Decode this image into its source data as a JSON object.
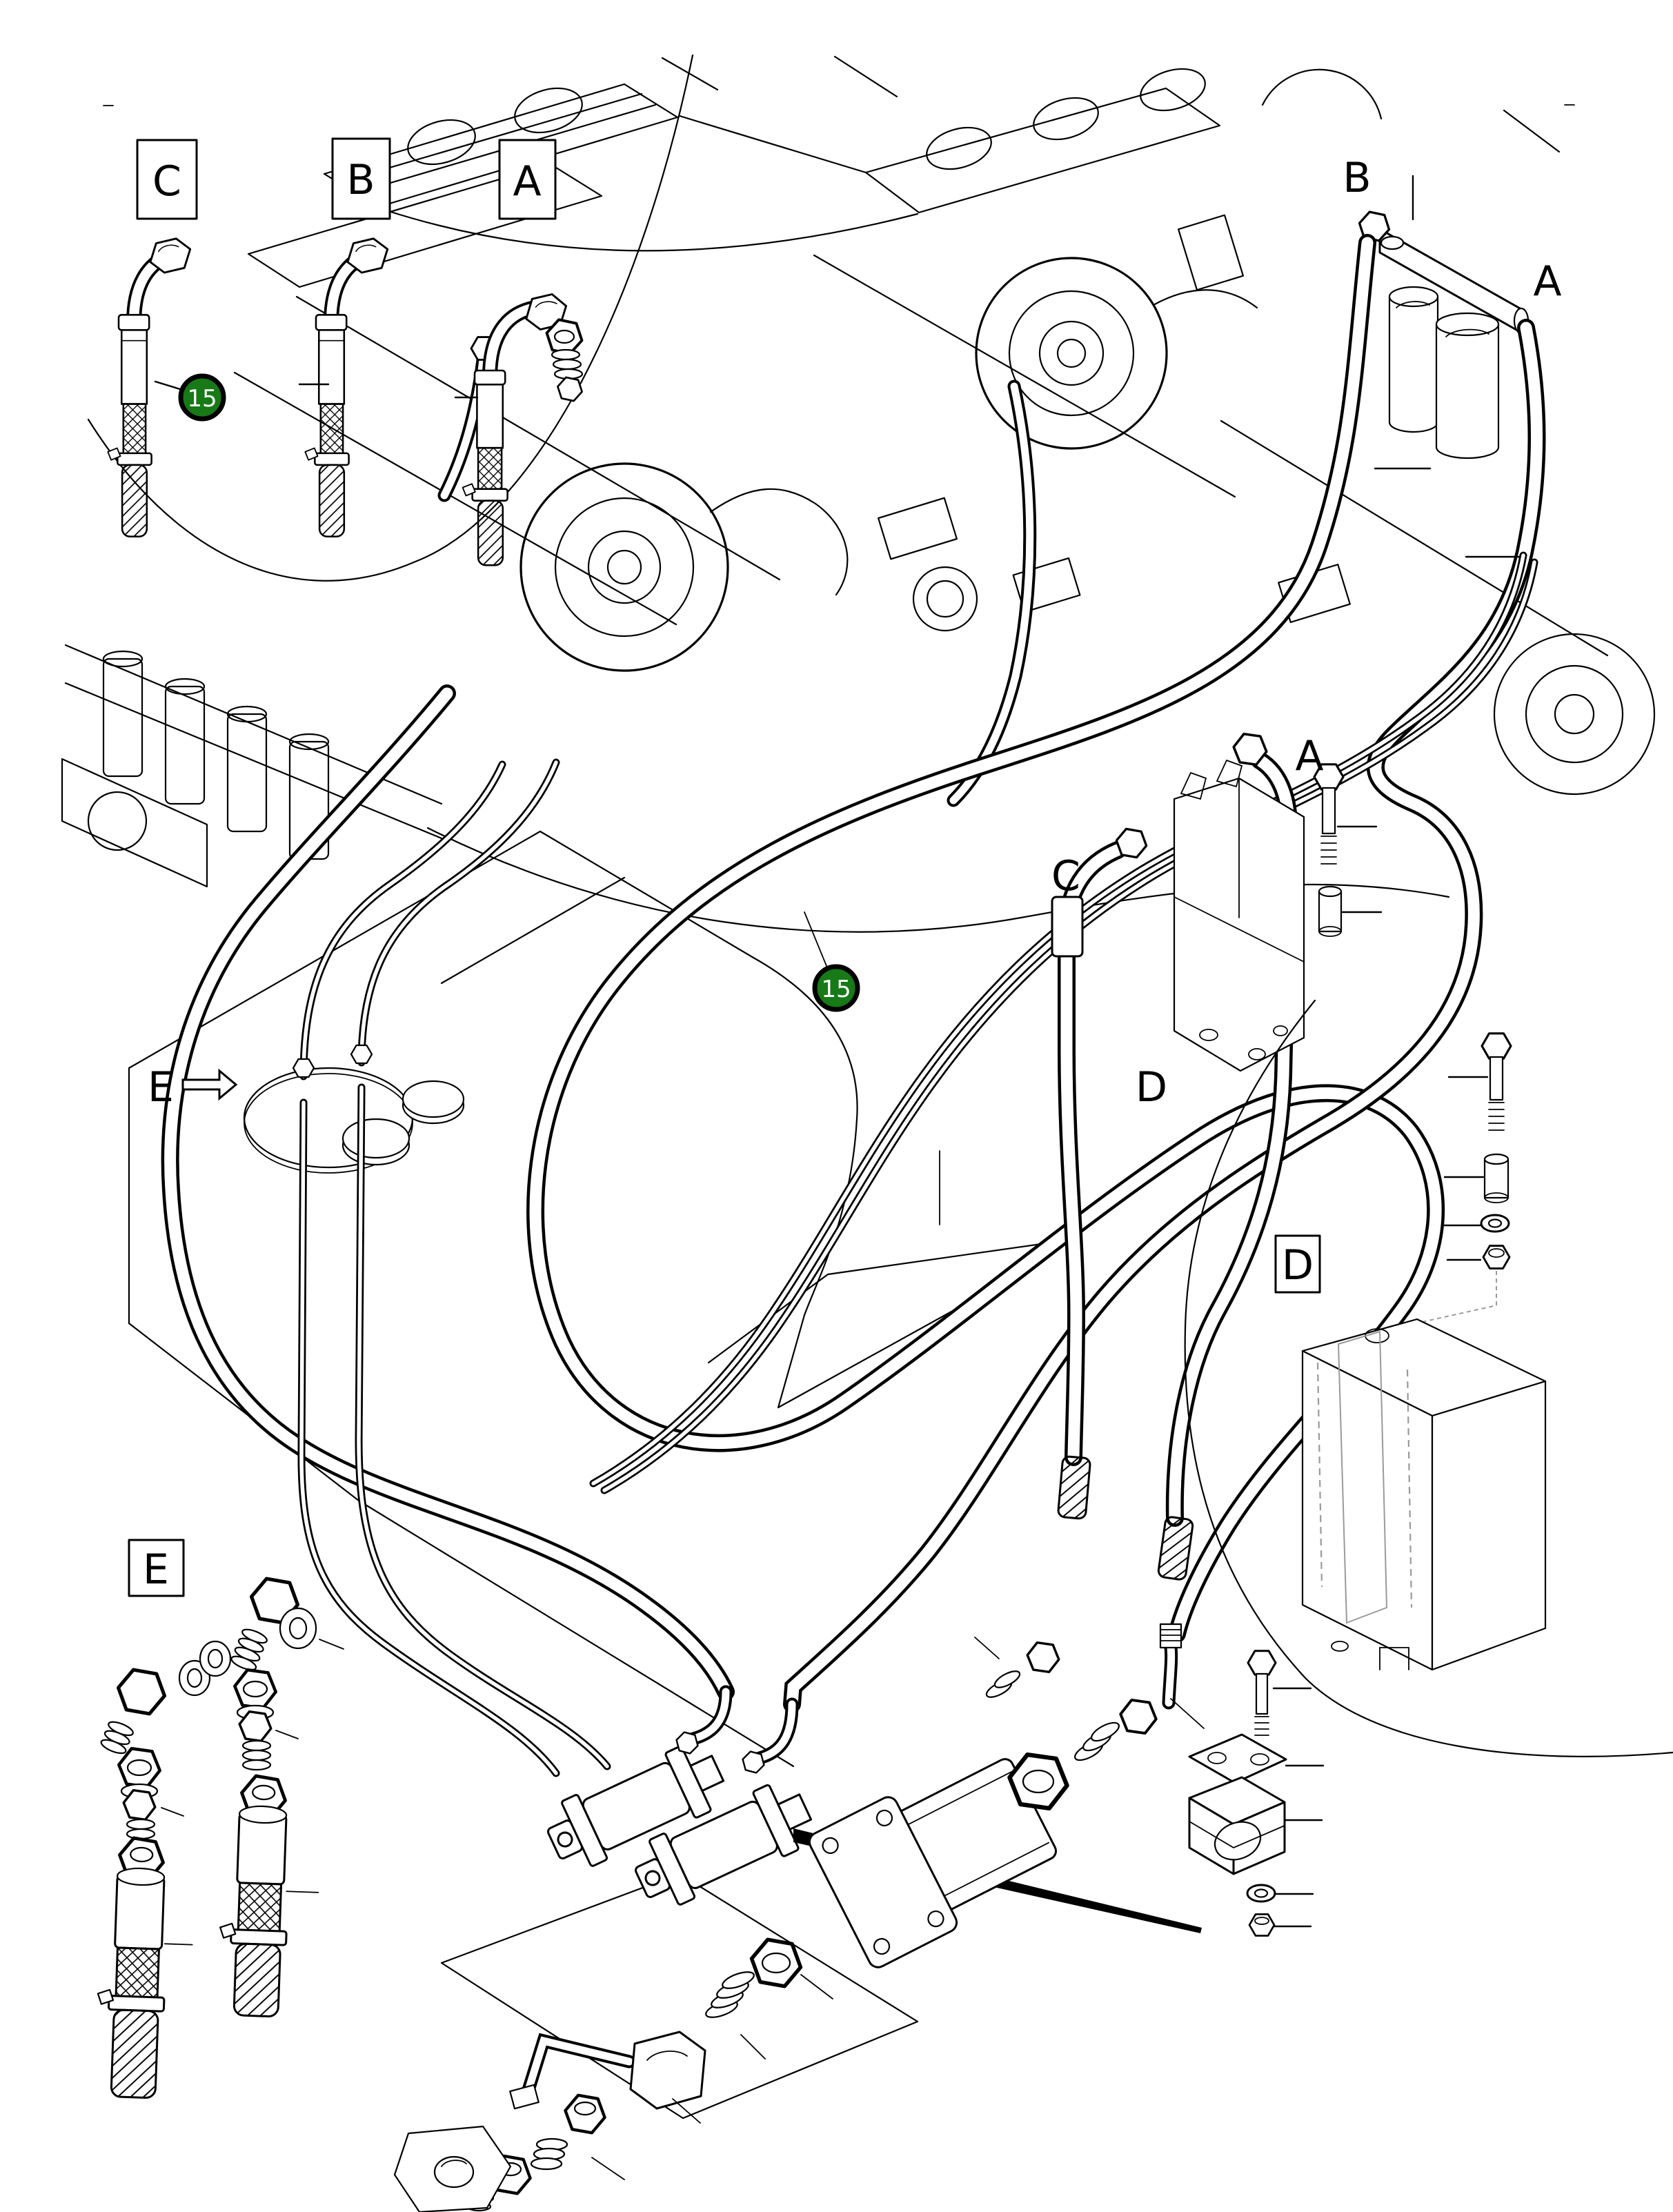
{
  "colors": {
    "line": "#000000",
    "background": "#ffffff",
    "hidden_line": "#9a9a9a",
    "badge_fill": "#177a17",
    "badge_ring": "#000000",
    "badge_text": "#ffffff"
  },
  "labels": {
    "box_c": "C",
    "box_b": "B",
    "box_a": "A",
    "box_d": "D",
    "box_e": "E",
    "filters_b": "B",
    "filters_a": "A",
    "bracket_a": "A",
    "bracket_c": "C",
    "bracket_d": "D",
    "tank_e": "E"
  },
  "badges": {
    "top_left": "15",
    "mid": "15"
  }
}
